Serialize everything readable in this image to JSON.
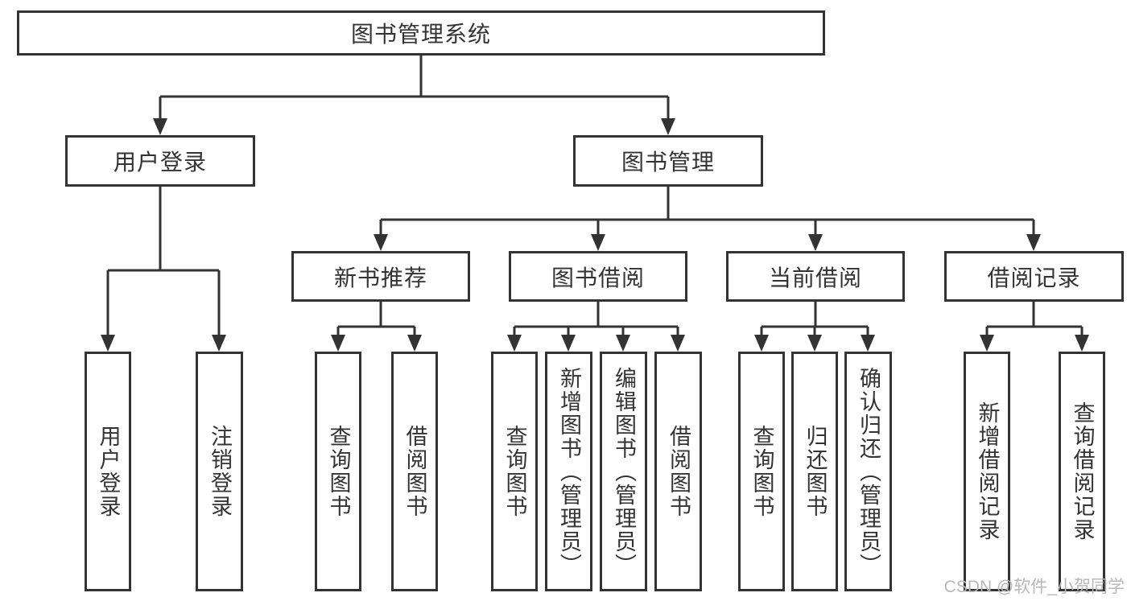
{
  "tree": {
    "root": {
      "label": "图书管理系统"
    },
    "branches": [
      {
        "label": "用户登录",
        "children": [
          {
            "label": "用户登录"
          },
          {
            "label": "注销登录"
          }
        ]
      },
      {
        "label": "图书管理",
        "children": [
          {
            "label": "新书推荐",
            "children": [
              {
                "label": "查询图书"
              },
              {
                "label": "借阅图书"
              }
            ]
          },
          {
            "label": "图书借阅",
            "children": [
              {
                "label": "查询图书"
              },
              {
                "label": "新增图书（管理员）"
              },
              {
                "label": "编辑图书（管理员）"
              },
              {
                "label": "借阅图书"
              }
            ]
          },
          {
            "label": "当前借阅",
            "children": [
              {
                "label": "查询图书"
              },
              {
                "label": "归还图书"
              },
              {
                "label": "确认归还（管理员）"
              }
            ]
          },
          {
            "label": "借阅记录",
            "children": [
              {
                "label": "新增借阅记录"
              },
              {
                "label": "查询借阅记录"
              }
            ]
          }
        ]
      }
    ]
  },
  "watermark": {
    "text": "CSDN @软件_小贺同学"
  },
  "colors": {
    "line": "#333333",
    "text": "#333333",
    "background": "#ffffff",
    "watermark": "#b7b7b7"
  }
}
